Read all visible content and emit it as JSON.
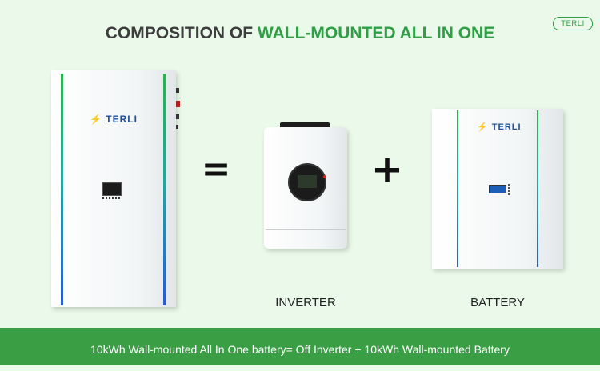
{
  "header": {
    "title_prefix": "COMPOSITION OF ",
    "title_highlight": "WALL-MOUNTED ALL IN ONE",
    "brand_badge": "TERLI"
  },
  "products": {
    "all_in_one": {
      "logo_text": "TERLI"
    },
    "inverter": {
      "caption": "INVERTER"
    },
    "battery": {
      "logo_text": "TERLI",
      "caption": "BATTERY"
    }
  },
  "operators": {
    "equals": "=",
    "plus": "+"
  },
  "footer": {
    "text": "10kWh Wall-mounted All In One battery= Off Inverter + 10kWh Wall-mounted Battery"
  },
  "colors": {
    "background": "#eaf9ea",
    "accent_green": "#2f9e44",
    "footer_bar": "#3a9e45",
    "title_dark": "#3d3d3d"
  }
}
